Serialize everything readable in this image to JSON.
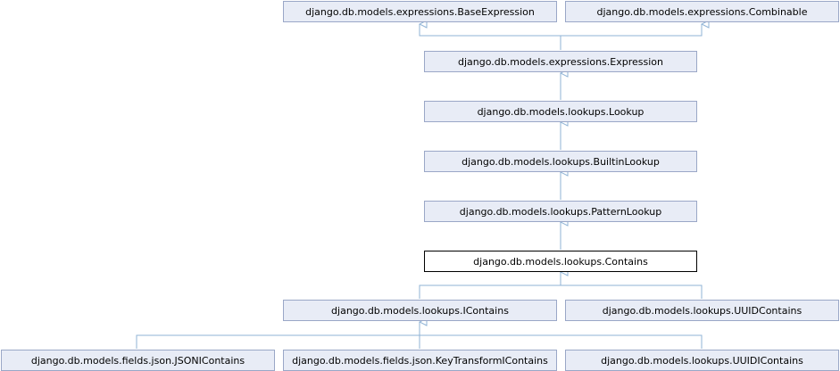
{
  "colors": {
    "node_fill": "#e8ecf6",
    "node_border": "#9aa7c7",
    "current_fill": "#ffffff",
    "current_border": "#000000",
    "edge": "#8fb3d6"
  },
  "nodes": {
    "base_expression": "django.db.models.expressions.BaseExpression",
    "combinable": "django.db.models.expressions.Combinable",
    "expression": "django.db.models.expressions.Expression",
    "lookup": "django.db.models.lookups.Lookup",
    "builtin_lookup": "django.db.models.lookups.BuiltinLookup",
    "pattern_lookup": "django.db.models.lookups.PatternLookup",
    "contains": "django.db.models.lookups.Contains",
    "icontains": "django.db.models.lookups.IContains",
    "uuid_contains": "django.db.models.lookups.UUIDContains",
    "json_icontains": "django.db.models.fields.json.JSONIContains",
    "key_transform_icontains": "django.db.models.fields.json.KeyTransformIContains",
    "uuid_icontains": "django.db.models.lookups.UUIDIContains"
  }
}
